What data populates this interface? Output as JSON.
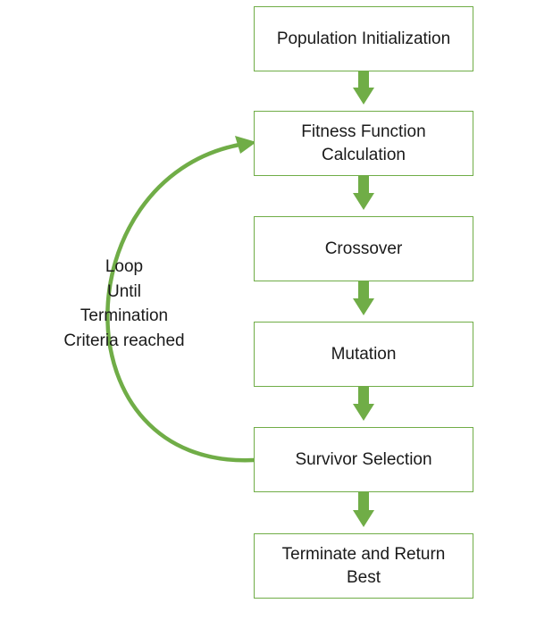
{
  "steps": [
    {
      "label": "Population Initialization"
    },
    {
      "label": "Fitness Function Calculation"
    },
    {
      "label": "Crossover"
    },
    {
      "label": "Mutation"
    },
    {
      "label": "Survivor Selection"
    },
    {
      "label": "Terminate and Return Best"
    }
  ],
  "loop": {
    "lines": [
      "Loop",
      "Until",
      "Termination",
      "Criteria reached"
    ]
  },
  "colors": {
    "accent": "#70ad47",
    "box_border": "#70ad47",
    "text": "#1a1a1a"
  }
}
